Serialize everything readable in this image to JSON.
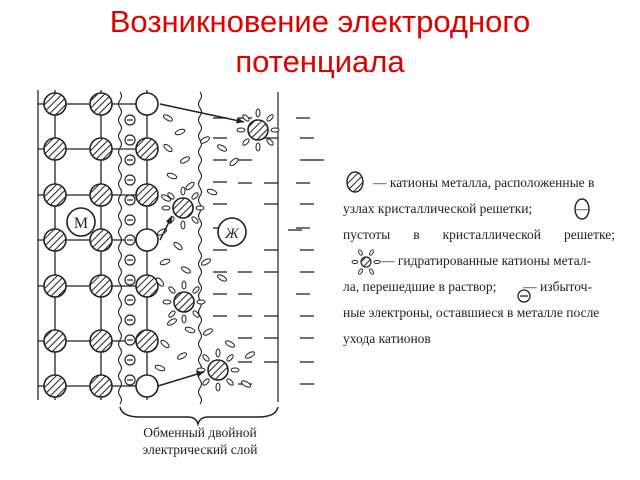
{
  "title": {
    "line1": "Возникновение электродного",
    "line2": "потенциала"
  },
  "diagram": {
    "metal_label": "М",
    "solution_label": "Ж",
    "caption_line1": "Обменный двойной",
    "caption_line2": "электрический слой"
  },
  "legend": {
    "line1": "— катионы металла, расположенные в",
    "line2": "узлах кристаллической решетки;",
    "line2b": "—",
    "line3": "пустоты в кристаллической решетке;",
    "line4": "— гидратированные катионы метал-",
    "line5": "ла, перешедшие в раствор;",
    "line5b": "— избыточ-",
    "line6": "ные электроны, оставшиеся в металле после",
    "line7": "ухода катионов"
  },
  "colors": {
    "title": "#e00000",
    "ink": "#222222"
  }
}
